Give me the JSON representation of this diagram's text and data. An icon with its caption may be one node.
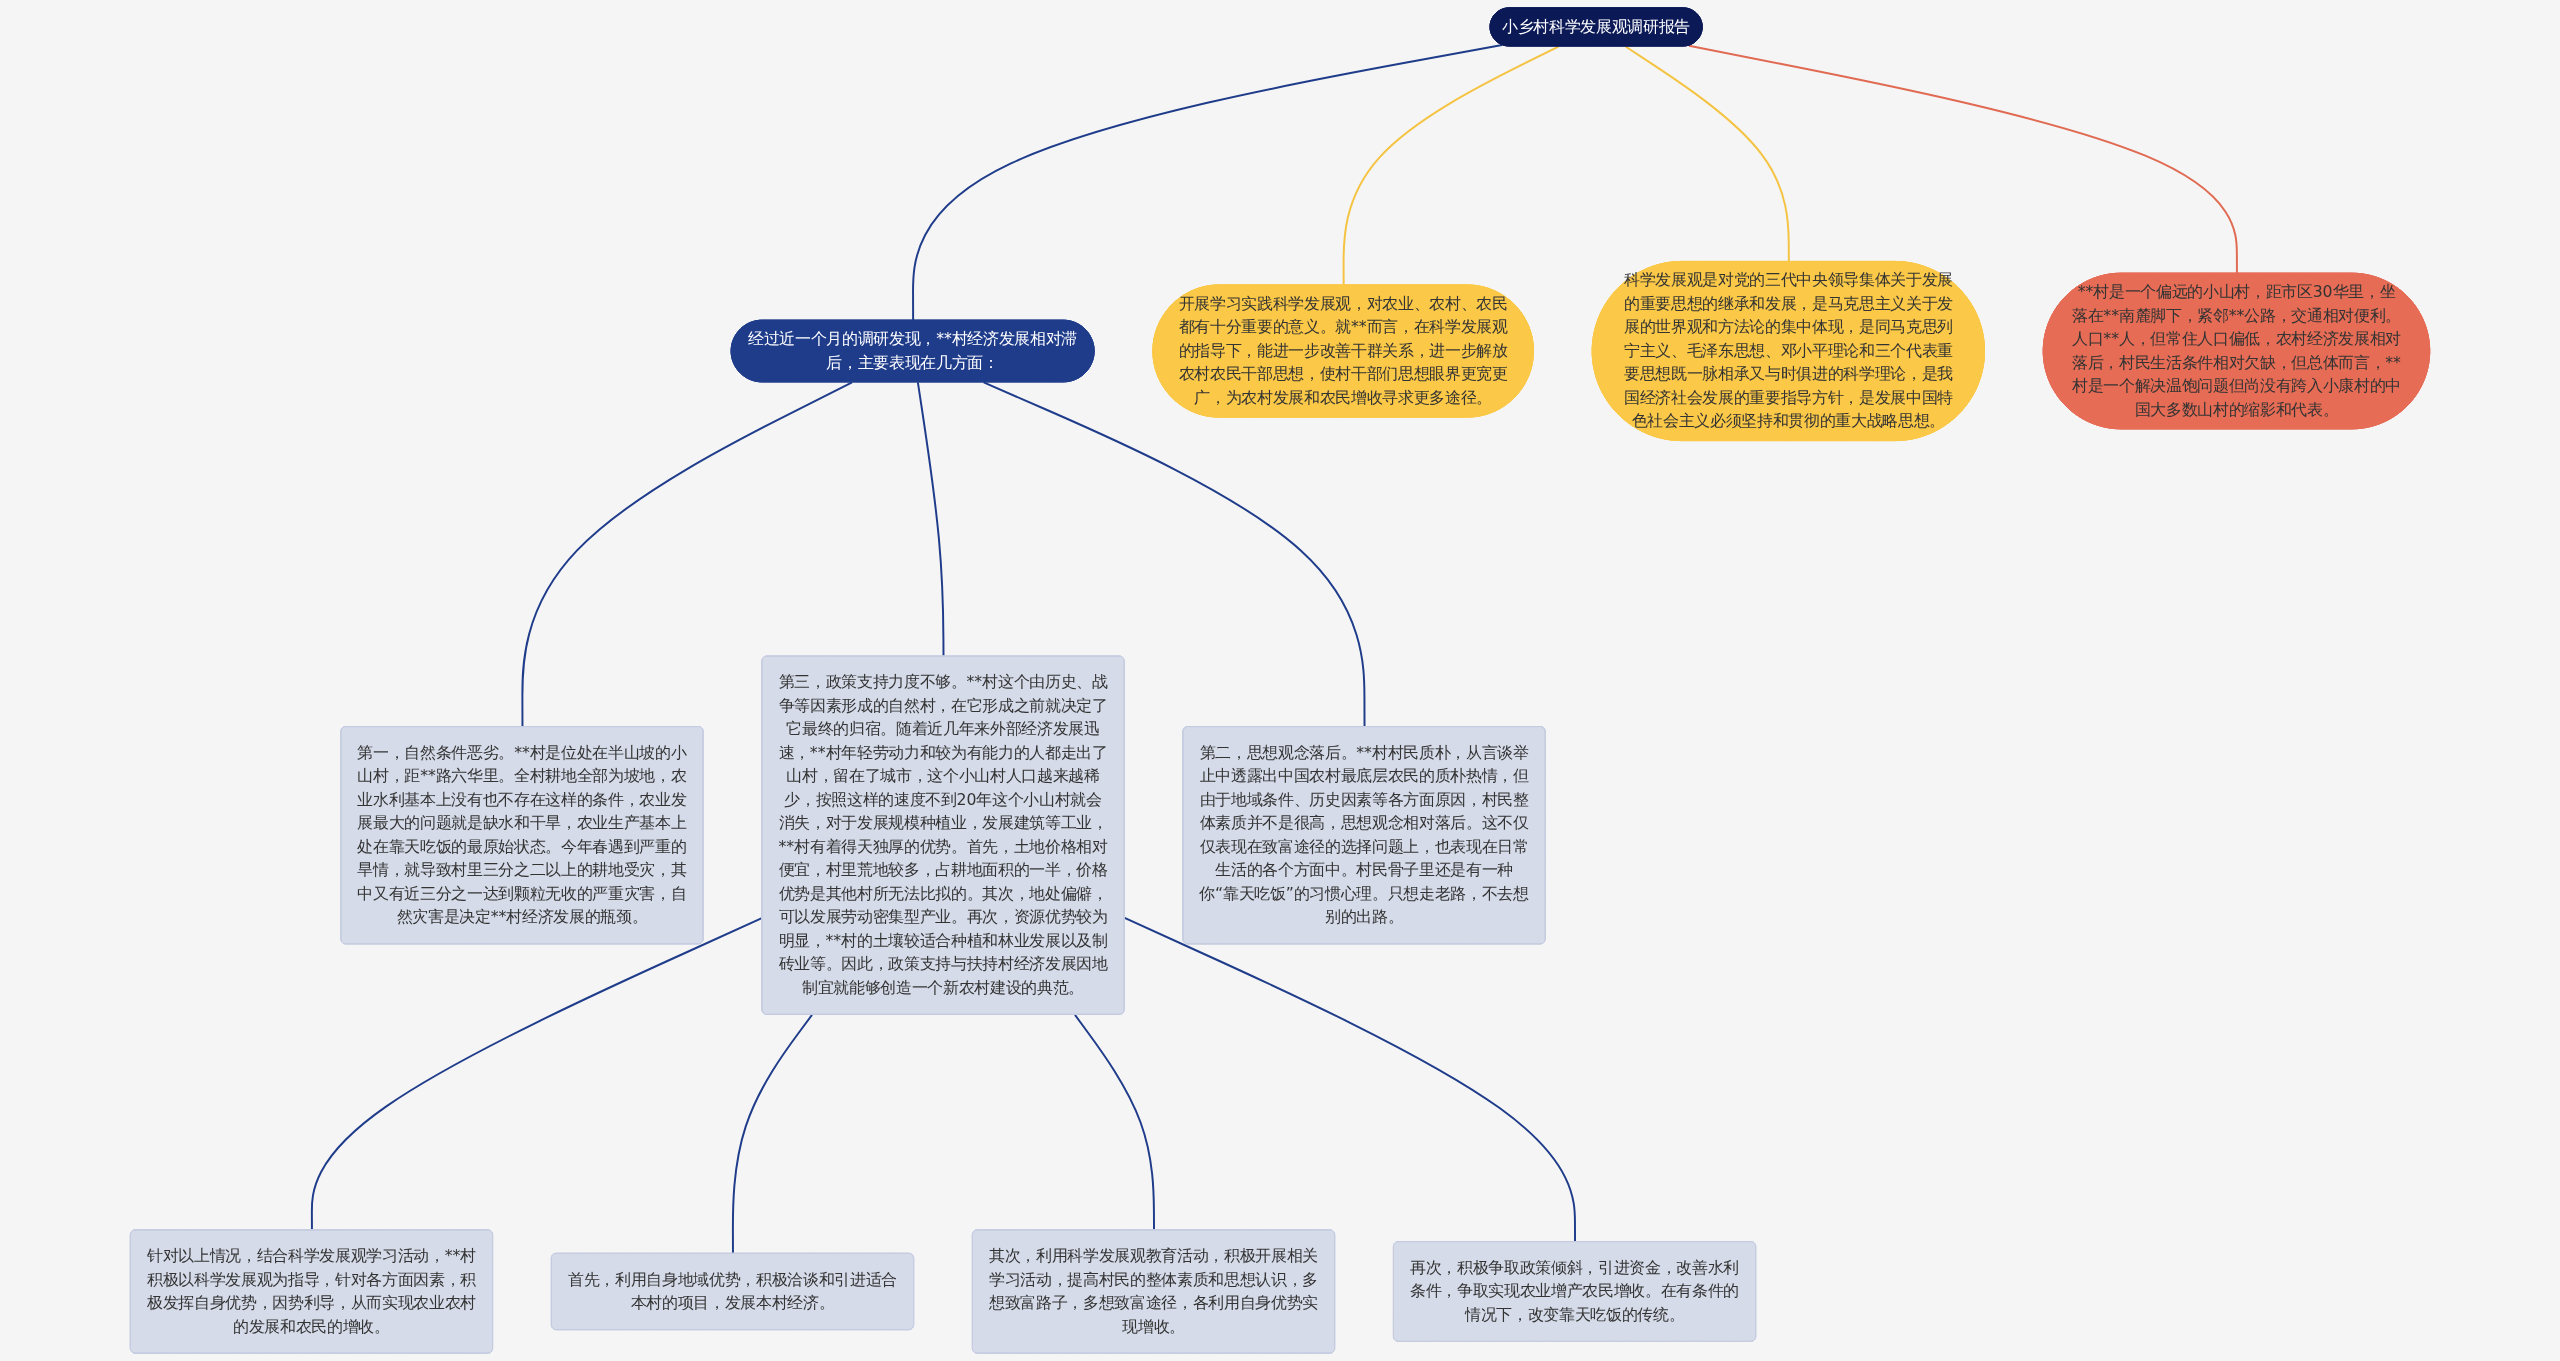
{
  "diagram": {
    "nodes": [
      {
        "text": [
          "小乡村科学发展观调研报告"
        ]
      },
      {
        "text": [
          "开展学习实践科学发展观，对农业、农村、农民都有十分重要的意义。就**而言，在科学发展观的指导下，能进一步改善干群关系，进一步解放农村农民干部思想，使村干部们思想眼界更宽更广，为农村发展和农民增收寻求更多途径。"
        ]
      },
      {
        "text": [
          "科学发展观是对党的三代中央领导集体关于发展的重要思想的继承和发展，是马克思主义关于发展的世界观和方法论的集中体现，是同马克思列宁主义、毛泽东思想、邓小平理论和三个代表重要思想既一脉相承又与时俱进的科学理论，是我国经济社会发展的重要指导方针，是发展中国特色社会主义必须坚持和贯彻的重大战略思想。"
        ]
      },
      {
        "text": [
          "**村是一个偏远的小山村，距市区30华里，坐落在**南麓脚下，紧邻**公路，交通相对便利。人口**人，但常住人口偏低，农村经济发展相对落后，村民生活条件相对欠缺，但总体而言，**村是一个解决温饱问题但尚没有跨入小康村的中国大多数山村的缩影和代表。"
        ]
      },
      {
        "text": [
          "经过近一个月的调研发现，**村经济发展相对滞后，主要表现在几方面："
        ]
      },
      {
        "text": [
          "第一，自然条件恶劣。**村是位处在半山坡的小山村，距**路六华里。全村耕地全部为坡地，农业水利基本上没有也不存在这样的条件，农业发展最大的问题就是缺水和干旱，农业生产基本上处在靠天吃饭的最原始状态。今年春遇到严重的旱情，就导致村里三分之二以上的耕地受灾，其中又有近三分之一达到颗粒无收的严重灾害，自然灾害是决定**村经济发展的瓶颈。"
        ]
      },
      {
        "text": [
          "第二，思想观念落后。**村村民质朴，从言谈举止中透露出中国农村最底层农民的质朴热情，但由于地域条件、历史因素等各方面原因，村民整体素质并不是很高，思想观念相对落后。这不仅仅表现在致富途径的选择问题上，也表现在日常生活的各个方面中。村民骨子里还是有一种你“靠天吃饭”的习惯心理。只想走老路，不去想别的出路。"
        ]
      },
      {
        "text": [
          "第三，政策支持力度不够。**村这个由历史、战争等因素形成的自然村，在它形成之前就决定了它最终的归宿。随着近几年来外部经济发展迅速，**村年轻劳动力和较为有能力的人都走出了山村，留在了城市，这个小山村人口越来越稀少，按照这样的速度不到20年这个小山村就会消失，对于发展规模种植业，发展建筑等工业，**村有着得天独厚的优势。首先，土地价格相对便宜，村里荒地较多，占耕地面积的一半，价格优势是其他村所无法比拟的。其次，地处偏僻，可以发展劳动密集型产业。再次，资源优势较为明显，**村的土壤较适合种植和林业发展以及制砖业等。因此，政策支持与扶持村经济发展因地制宜就能够创造一个新农村建设的典范。"
        ]
      },
      {
        "text": [
          "针对以上情况，结合科学发展观学习活动，**村积极以科学发展观为指导，针对各方面因素，积极发挥自身优势，因势利导，从而实现农业农村的发展和农民的增收。"
        ]
      },
      {
        "text": [
          "首先，利用自身地域优势，积极洽谈和引进适合本村的项目，发展本村经济。"
        ]
      },
      {
        "text": [
          "其次，利用科学发展观教育活动，积极开展相关学习活动，提高村民的整体素质和思想认识，多想致富路子，多想致富途径，各利用自身优势实现增收。"
        ]
      },
      {
        "text": [
          "再次，积极争取政策倾斜，引进资金，改善水利条件，争取实现农业增产农民增收。在有条件的情况下，改变靠天吃饭的传统。"
        ]
      }
    ],
    "edges": [
      {
        "from": 0,
        "to": 1,
        "arrow": "none",
        "color": "#f5c342"
      },
      {
        "from": 0,
        "to": 2,
        "arrow": "none",
        "color": "#f5c342"
      },
      {
        "from": 0,
        "to": 3,
        "arrow": "none",
        "color": "#e06a52"
      },
      {
        "from": 0,
        "to": 4,
        "arrow": "none"
      },
      {
        "from": 4,
        "to": 5,
        "arrow": "none"
      },
      {
        "from": 4,
        "to": 6,
        "arrow": "none"
      },
      {
        "from": 4,
        "to": 7,
        "arrow": "none"
      },
      {
        "from": 7,
        "to": 8,
        "arrow": "none"
      },
      {
        "from": 7,
        "to": 9,
        "arrow": "none"
      },
      {
        "from": 7,
        "to": 10,
        "arrow": "none"
      },
      {
        "from": 7,
        "to": 11,
        "arrow": "none"
      }
    ]
  }
}
